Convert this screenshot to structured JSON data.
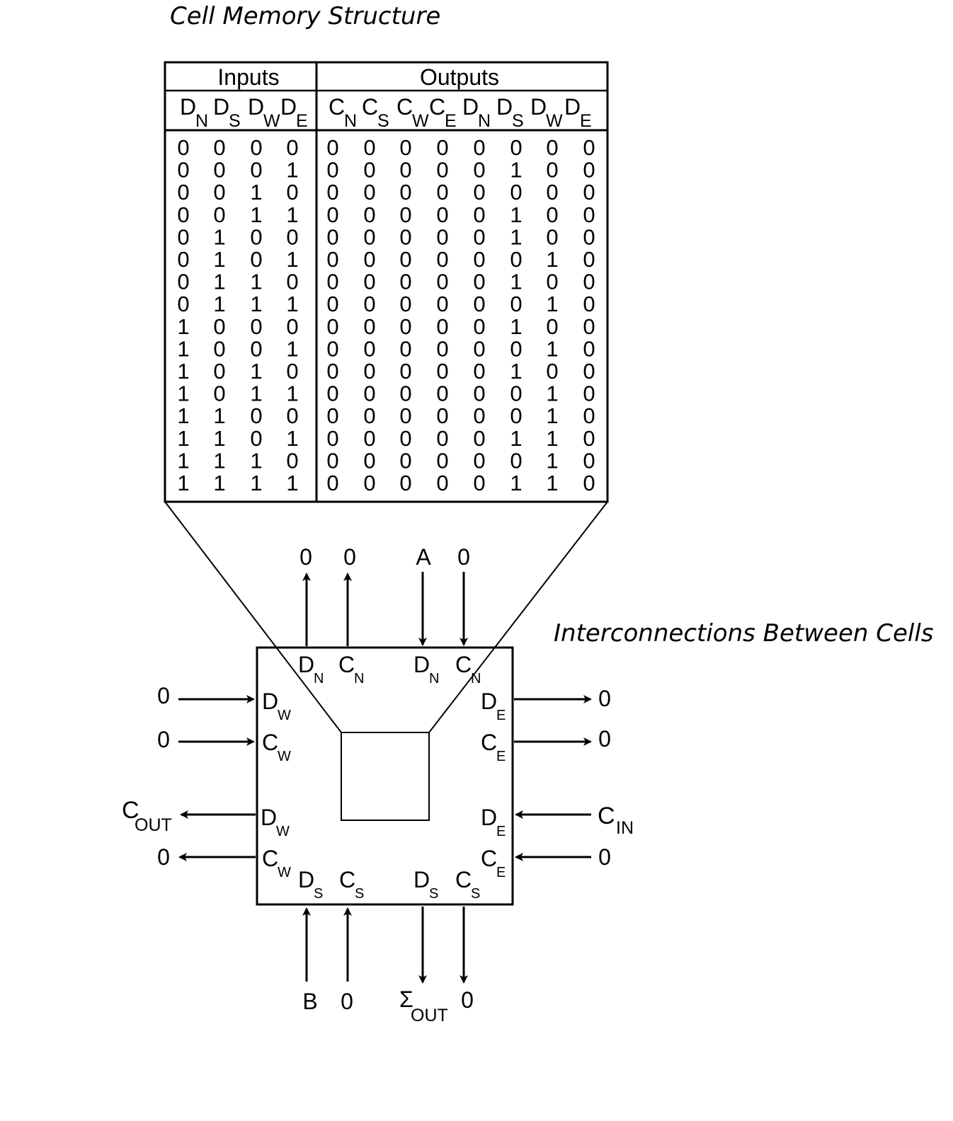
{
  "titles": {
    "memory": "Cell Memory Structure",
    "interconnect": "Interconnections Between Cells"
  },
  "table": {
    "inputs_header": "Inputs",
    "outputs_header": "Outputs",
    "input_columns": [
      {
        "base": "D",
        "sub": "N"
      },
      {
        "base": "D",
        "sub": "S"
      },
      {
        "base": "D",
        "sub": "W"
      },
      {
        "base": "D",
        "sub": "E"
      }
    ],
    "output_columns": [
      {
        "base": "C",
        "sub": "N"
      },
      {
        "base": "C",
        "sub": "S"
      },
      {
        "base": "C",
        "sub": "W"
      },
      {
        "base": "C",
        "sub": "E"
      },
      {
        "base": "D",
        "sub": "N"
      },
      {
        "base": "D",
        "sub": "S"
      },
      {
        "base": "D",
        "sub": "W"
      },
      {
        "base": "D",
        "sub": "E"
      }
    ],
    "rows": [
      {
        "in": [
          "0",
          "0",
          "0",
          "0"
        ],
        "out": [
          "0",
          "0",
          "0",
          "0",
          "0",
          "0",
          "0",
          "0"
        ]
      },
      {
        "in": [
          "0",
          "0",
          "0",
          "1"
        ],
        "out": [
          "0",
          "0",
          "0",
          "0",
          "0",
          "1",
          "0",
          "0"
        ]
      },
      {
        "in": [
          "0",
          "0",
          "1",
          "0"
        ],
        "out": [
          "0",
          "0",
          "0",
          "0",
          "0",
          "0",
          "0",
          "0"
        ]
      },
      {
        "in": [
          "0",
          "0",
          "1",
          "1"
        ],
        "out": [
          "0",
          "0",
          "0",
          "0",
          "0",
          "1",
          "0",
          "0"
        ]
      },
      {
        "in": [
          "0",
          "1",
          "0",
          "0"
        ],
        "out": [
          "0",
          "0",
          "0",
          "0",
          "0",
          "1",
          "0",
          "0"
        ]
      },
      {
        "in": [
          "0",
          "1",
          "0",
          "1"
        ],
        "out": [
          "0",
          "0",
          "0",
          "0",
          "0",
          "0",
          "1",
          "0"
        ]
      },
      {
        "in": [
          "0",
          "1",
          "1",
          "0"
        ],
        "out": [
          "0",
          "0",
          "0",
          "0",
          "0",
          "1",
          "0",
          "0"
        ]
      },
      {
        "in": [
          "0",
          "1",
          "1",
          "1"
        ],
        "out": [
          "0",
          "0",
          "0",
          "0",
          "0",
          "0",
          "1",
          "0"
        ]
      },
      {
        "in": [
          "1",
          "0",
          "0",
          "0"
        ],
        "out": [
          "0",
          "0",
          "0",
          "0",
          "0",
          "1",
          "0",
          "0"
        ]
      },
      {
        "in": [
          "1",
          "0",
          "0",
          "1"
        ],
        "out": [
          "0",
          "0",
          "0",
          "0",
          "0",
          "0",
          "1",
          "0"
        ]
      },
      {
        "in": [
          "1",
          "0",
          "1",
          "0"
        ],
        "out": [
          "0",
          "0",
          "0",
          "0",
          "0",
          "1",
          "0",
          "0"
        ]
      },
      {
        "in": [
          "1",
          "0",
          "1",
          "1"
        ],
        "out": [
          "0",
          "0",
          "0",
          "0",
          "0",
          "0",
          "1",
          "0"
        ]
      },
      {
        "in": [
          "1",
          "1",
          "0",
          "0"
        ],
        "out": [
          "0",
          "0",
          "0",
          "0",
          "0",
          "0",
          "1",
          "0"
        ]
      },
      {
        "in": [
          "1",
          "1",
          "0",
          "1"
        ],
        "out": [
          "0",
          "0",
          "0",
          "0",
          "0",
          "1",
          "1",
          "0"
        ]
      },
      {
        "in": [
          "1",
          "1",
          "1",
          "0"
        ],
        "out": [
          "0",
          "0",
          "0",
          "0",
          "0",
          "0",
          "1",
          "0"
        ]
      },
      {
        "in": [
          "1",
          "1",
          "1",
          "1"
        ],
        "out": [
          "0",
          "0",
          "0",
          "0",
          "0",
          "1",
          "1",
          "0"
        ]
      }
    ]
  },
  "cell": {
    "ports": {
      "top_dn_1": {
        "base": "D",
        "sub": "N"
      },
      "top_cn_1": {
        "base": "C",
        "sub": "N"
      },
      "top_dn_2": {
        "base": "D",
        "sub": "N"
      },
      "top_cn_2": {
        "base": "C",
        "sub": "N"
      },
      "left_dw_1": {
        "base": "D",
        "sub": "W"
      },
      "left_cw_1": {
        "base": "C",
        "sub": "W"
      },
      "left_dw_2": {
        "base": "D",
        "sub": "W"
      },
      "left_cw_2": {
        "base": "C",
        "sub": "W"
      },
      "right_de_1": {
        "base": "D",
        "sub": "E"
      },
      "right_ce_1": {
        "base": "C",
        "sub": "E"
      },
      "right_de_2": {
        "base": "D",
        "sub": "E"
      },
      "right_ce_2": {
        "base": "C",
        "sub": "E"
      },
      "bottom_ds_1": {
        "base": "D",
        "sub": "S"
      },
      "bottom_cs_1": {
        "base": "C",
        "sub": "S"
      },
      "bottom_ds_2": {
        "base": "D",
        "sub": "S"
      },
      "bottom_cs_2": {
        "base": "C",
        "sub": "S"
      }
    },
    "signals": {
      "top_1": "0",
      "top_2": "0",
      "top_3": "A",
      "top_4": "0",
      "left_1": "0",
      "left_2": "0",
      "left_3": {
        "base": "C",
        "sub": "OUT"
      },
      "left_4": "0",
      "right_1": "0",
      "right_2": "0",
      "right_3": {
        "base": "C",
        "sub": "IN"
      },
      "right_4": "0",
      "bottom_1": "B",
      "bottom_2": "0",
      "bottom_3": {
        "base": "Σ",
        "sub": "OUT"
      },
      "bottom_4": "0"
    }
  }
}
